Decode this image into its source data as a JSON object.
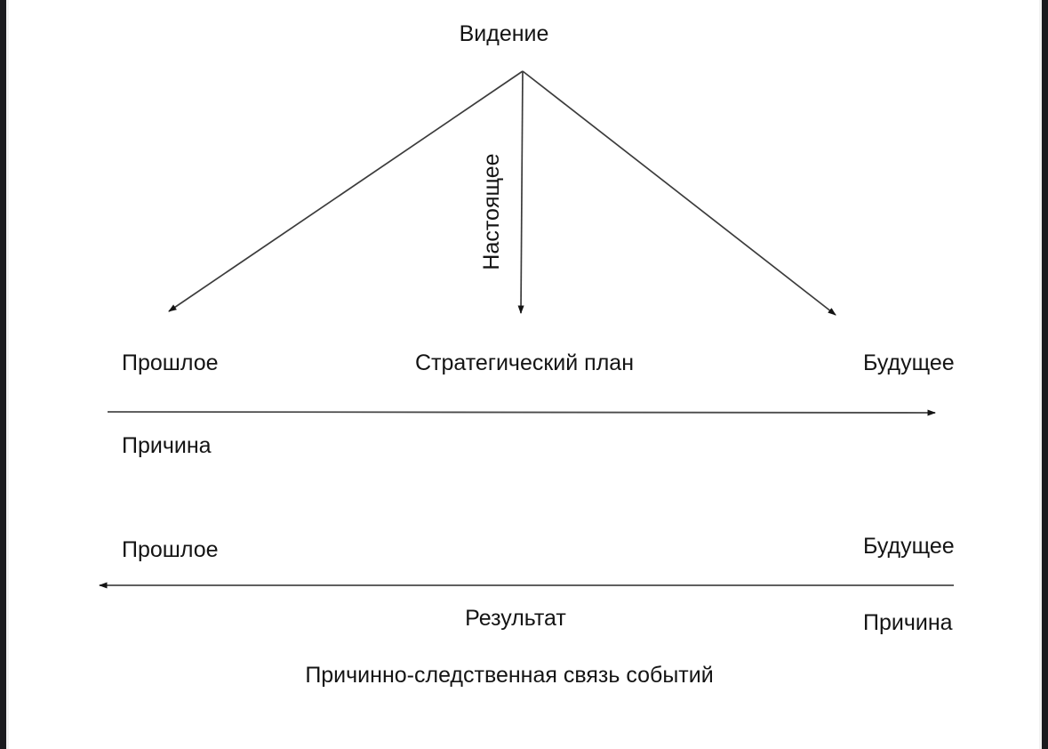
{
  "diagram": {
    "title": "Видение",
    "present_axis_label": "Настоящее",
    "row1": {
      "left_label": "Прошлое",
      "center_label": "Стратегический план",
      "right_label": "Будущее",
      "below_line_left_label": "Причина"
    },
    "row2": {
      "left_label": "Прошлое",
      "right_label": "Будущее",
      "below_line_center_label": "Результат",
      "below_line_right_label": "Причина"
    },
    "caption": "Причинно-следственная связь событий",
    "colors": {
      "background": "#ffffff",
      "frame_bars": "#1a1a1e",
      "line": "#3c3c3c",
      "arrowhead": "#141414",
      "text": "#141414"
    }
  }
}
